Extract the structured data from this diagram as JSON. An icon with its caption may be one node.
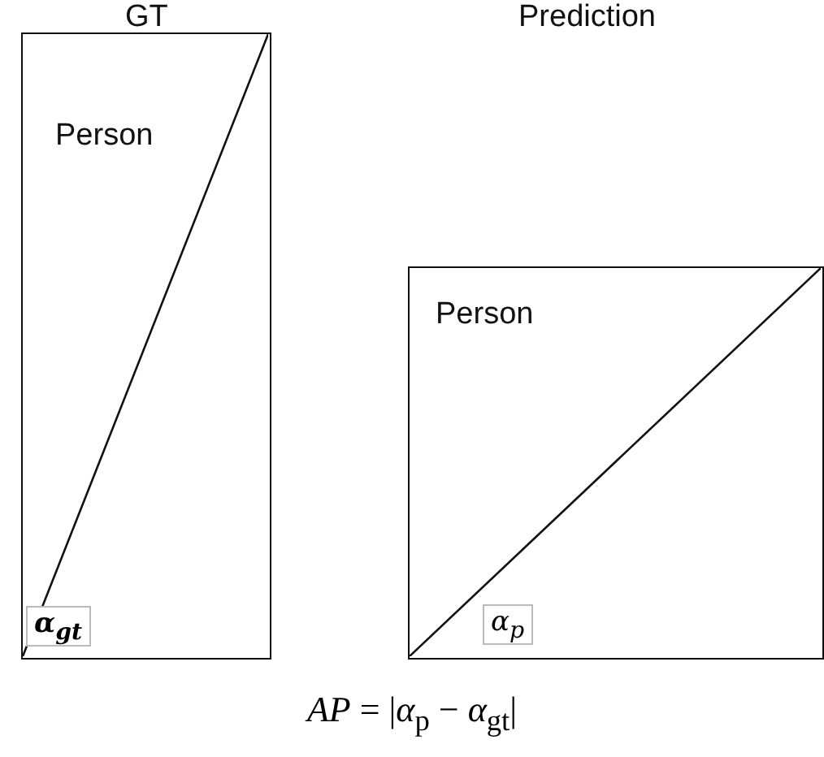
{
  "diagram": {
    "caption": "*AP* = |*α*$_{p}$ − *α*$_{gt}$|",
    "nodes": [
      {
        "text": [
          "Person"
        ]
      },
      {
        "text": [
          "α$_{gt}$"
        ],
        "in": 0
      },
      {
        "text": [
          "Person"
        ]
      },
      {
        "text": [
          "α$_{p}$"
        ],
        "in": 2
      }
    ],
    "labels": [
      "GT",
      "Prediction"
    ]
  }
}
